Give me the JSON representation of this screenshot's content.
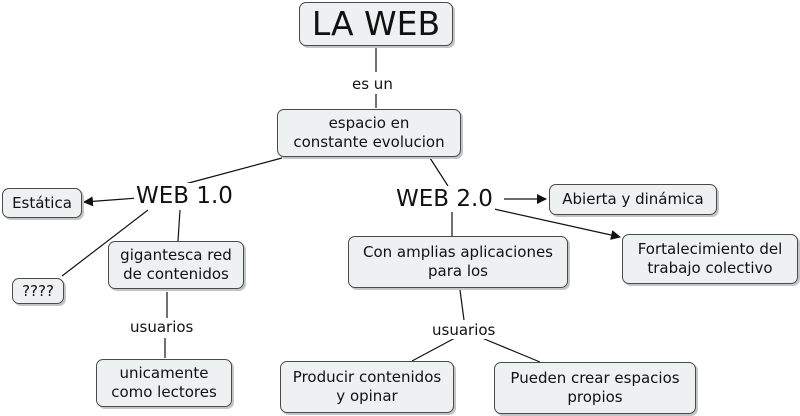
{
  "map": {
    "root": "LA WEB",
    "link_es_un": "es un",
    "espacio": "espacio en\nconstante evolucion",
    "web10": "WEB 1.0",
    "web20": "WEB 2.0",
    "estatica": "Estática",
    "gigantesca": "gigantesca red\nde contenidos",
    "unknown": "????",
    "usuarios_left": "usuarios",
    "lectores": "unicamente\ncomo lectores",
    "abierta": "Abierta y dinámica",
    "fortalecimiento": "Fortalecimiento del\ntrabajo colectivo",
    "aplicaciones": "Con amplias aplicaciones\npara los",
    "usuarios_right": "usuarios",
    "producir": "Producir contenidos\ny opinar",
    "espacios": "Pueden crear espacios\npropios"
  }
}
